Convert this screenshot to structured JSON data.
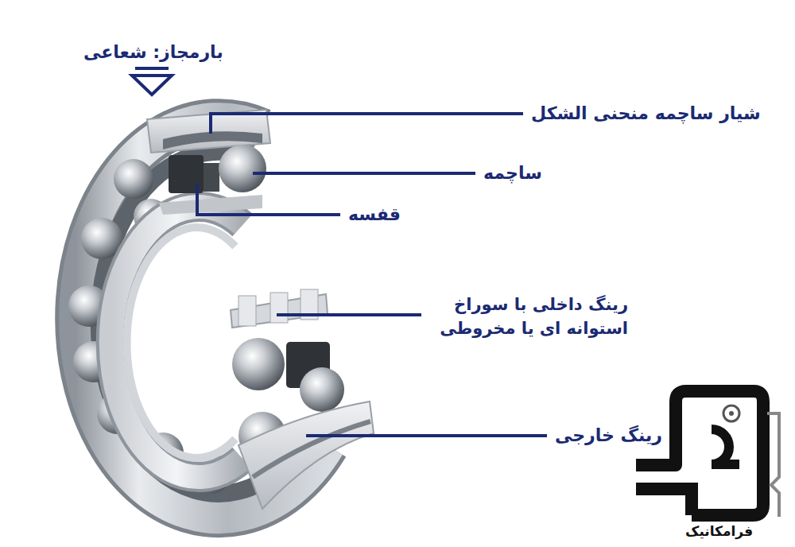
{
  "diagram": {
    "labels": [
      "بارمجاز: شعاعی",
      "شیار ساچمه منحنی الشکل",
      "ساچمه",
      "قفسه",
      "رینگ داخلی با سوراخ استوانه ای یا مخروطی",
      "رینگ خارجی",
      "فرامکانیک"
    ]
  }
}
